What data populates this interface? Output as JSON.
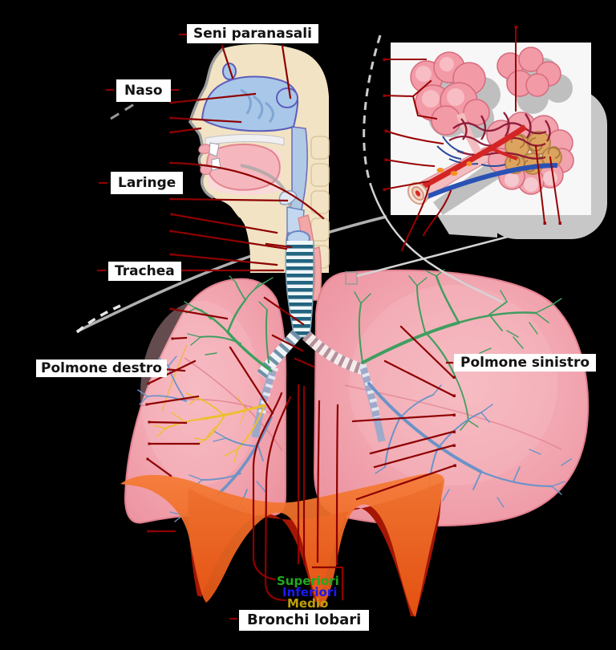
{
  "figure": {
    "description": "Apparato respiratorio — labelled anatomical diagram of the human respiratory system (Italian)",
    "labels": {
      "seni_paranasali": {
        "text": "Seni paranasali"
      },
      "naso": {
        "text": "Naso"
      },
      "laringe": {
        "text": "Laringe"
      },
      "trachea": {
        "text": "Trachea"
      },
      "polmone_destro": {
        "text": "Polmone destro"
      },
      "polmone_sinistro": {
        "text": "Polmone sinistro"
      },
      "bronchi_superiori": {
        "text": "Superiori",
        "color": "#1faa1f"
      },
      "bronchi_inferiori": {
        "text": "Inferiori",
        "color": "#1a1aee"
      },
      "bronchi_medio": {
        "text": "Medio",
        "color": "#bfa00a"
      },
      "bronchi_lobari": {
        "text": "Bronchi lobari"
      }
    },
    "palette": {
      "background": "#000000",
      "label_box_bg": "#ffffff",
      "label_text": "#121212",
      "annotation_line_red": "#8e0000",
      "magnifier_line_gray": "#d9d9d9",
      "lung_pink": "#f0a0ab",
      "lung_outline": "#e8818e",
      "bronchi_upper_green": "#3f9e5f",
      "bronchi_middle_yellow": "#edbf2e",
      "bronchi_lower_blue": "#6b93c8",
      "trachea_ring_teal": "#23647f",
      "diaphragm_orange": "#f06a28",
      "diaphragm_deep_red": "#a51605",
      "skin_beige": "#f2e3c4",
      "nasal_cavity_blue": "#a9c7e8",
      "tongue_pink": "#f6b6bd",
      "inset_panel": "#f7f7f7",
      "inset_shadow_gray": "#c7c7c7",
      "alveoli_pink": "#f29aa6",
      "alveoli_cut_tan": "#dca45e",
      "artery_red": "#d42525",
      "vein_blue": "#2a52b5"
    }
  }
}
